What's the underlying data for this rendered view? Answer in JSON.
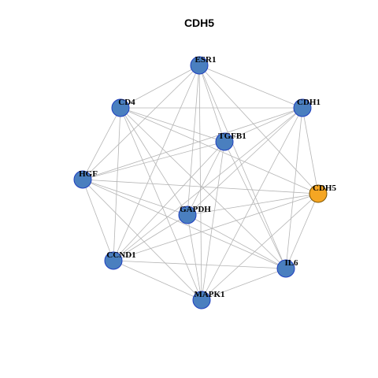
{
  "title": "CDH5",
  "colors": {
    "node_default": "#4a7fbf",
    "node_stroke": "#1f3fbf",
    "node_highlight": "#f5a623",
    "node_highlight_stroke": "#7a5200",
    "edge": "#b5b5b5"
  },
  "nodes": [
    {
      "id": "ESR1",
      "label": "ESR1",
      "highlight": false
    },
    {
      "id": "CD4",
      "label": "CD4",
      "highlight": false
    },
    {
      "id": "CDH1",
      "label": "CDH1",
      "highlight": false
    },
    {
      "id": "TGFB1",
      "label": "TGFB1",
      "highlight": false
    },
    {
      "id": "HGF",
      "label": "HGF",
      "highlight": false
    },
    {
      "id": "CDH5",
      "label": "CDH5",
      "highlight": true
    },
    {
      "id": "GAPDH",
      "label": "GAPDH",
      "highlight": false
    },
    {
      "id": "CCND1",
      "label": "CCND1",
      "highlight": false
    },
    {
      "id": "IL6",
      "label": "IL6",
      "highlight": false
    },
    {
      "id": "MAPK1",
      "label": "MAPK1",
      "highlight": false
    }
  ],
  "edges": [
    [
      "ESR1",
      "CD4"
    ],
    [
      "ESR1",
      "CDH1"
    ],
    [
      "ESR1",
      "TGFB1"
    ],
    [
      "ESR1",
      "HGF"
    ],
    [
      "ESR1",
      "CDH5"
    ],
    [
      "ESR1",
      "GAPDH"
    ],
    [
      "ESR1",
      "CCND1"
    ],
    [
      "ESR1",
      "IL6"
    ],
    [
      "ESR1",
      "MAPK1"
    ],
    [
      "CD4",
      "CDH1"
    ],
    [
      "CD4",
      "TGFB1"
    ],
    [
      "CD4",
      "HGF"
    ],
    [
      "CD4",
      "CDH5"
    ],
    [
      "CD4",
      "GAPDH"
    ],
    [
      "CD4",
      "CCND1"
    ],
    [
      "CD4",
      "IL6"
    ],
    [
      "CD4",
      "MAPK1"
    ],
    [
      "CDH1",
      "TGFB1"
    ],
    [
      "CDH1",
      "HGF"
    ],
    [
      "CDH1",
      "CDH5"
    ],
    [
      "CDH1",
      "GAPDH"
    ],
    [
      "CDH1",
      "CCND1"
    ],
    [
      "CDH1",
      "IL6"
    ],
    [
      "CDH1",
      "MAPK1"
    ],
    [
      "TGFB1",
      "HGF"
    ],
    [
      "TGFB1",
      "GAPDH"
    ],
    [
      "TGFB1",
      "CCND1"
    ],
    [
      "TGFB1",
      "IL6"
    ],
    [
      "TGFB1",
      "MAPK1"
    ],
    [
      "HGF",
      "CDH5"
    ],
    [
      "HGF",
      "GAPDH"
    ],
    [
      "HGF",
      "CCND1"
    ],
    [
      "HGF",
      "IL6"
    ],
    [
      "HGF",
      "MAPK1"
    ],
    [
      "CDH5",
      "GAPDH"
    ],
    [
      "CDH5",
      "CCND1"
    ],
    [
      "CDH5",
      "IL6"
    ],
    [
      "CDH5",
      "MAPK1"
    ],
    [
      "GAPDH",
      "CCND1"
    ],
    [
      "GAPDH",
      "IL6"
    ],
    [
      "GAPDH",
      "MAPK1"
    ],
    [
      "CCND1",
      "IL6"
    ],
    [
      "CCND1",
      "MAPK1"
    ],
    [
      "IL6",
      "MAPK1"
    ]
  ]
}
